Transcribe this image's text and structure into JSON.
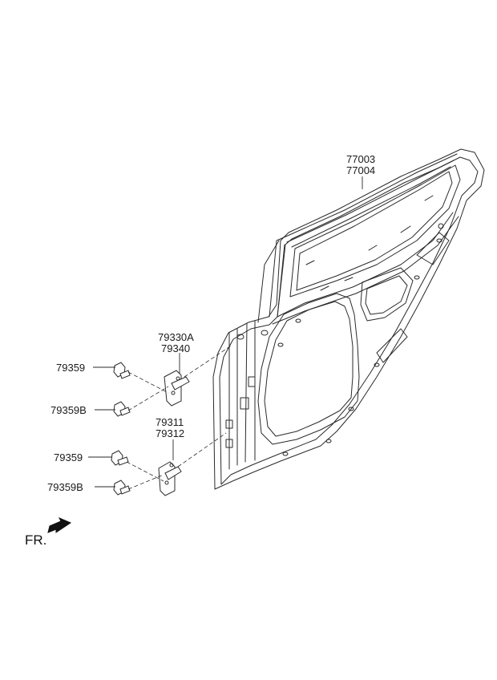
{
  "labels": {
    "door_panel": [
      "77003",
      "77004"
    ],
    "upper_hinge": [
      "79330A",
      "79340"
    ],
    "lower_hinge": [
      "79311",
      "79312"
    ],
    "bolt_upper_1": "79359",
    "bolt_upper_2": "79359B",
    "bolt_lower_1": "79359",
    "bolt_lower_2": "79359B"
  },
  "direction": {
    "label": "FR.",
    "icon": "front-direction-arrow-icon"
  },
  "colors": {
    "line": "#2a2a2a",
    "background": "#ffffff"
  }
}
